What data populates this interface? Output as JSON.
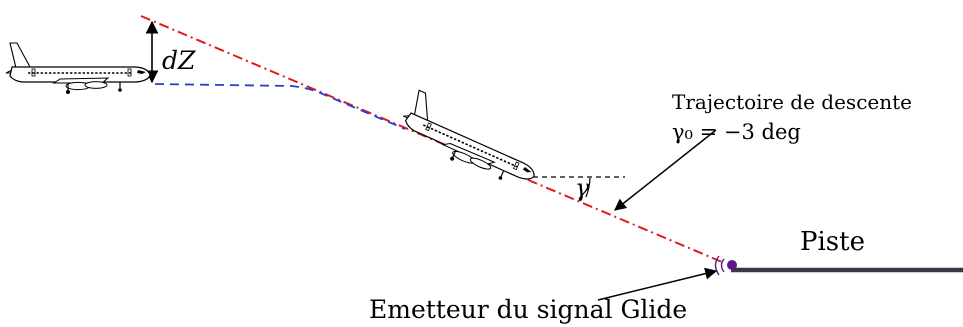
{
  "labels": {
    "dz": "dZ",
    "gamma": "γ",
    "trajectory_title": "Trajectoire de descente",
    "trajectory_value": "γ₀ = −3 deg",
    "runway": "Piste",
    "transmitter": "Emetteur du signal Glide"
  },
  "colors": {
    "glide_path": "#e31a1c",
    "aircraft_path": "#1f3fd6",
    "runway": "#3a3a44",
    "transmitter": "#5b1a8a",
    "ink": "#000000"
  },
  "icons": {
    "aircraft": "airliner-icon",
    "transmitter": "radio-beacon-icon"
  }
}
